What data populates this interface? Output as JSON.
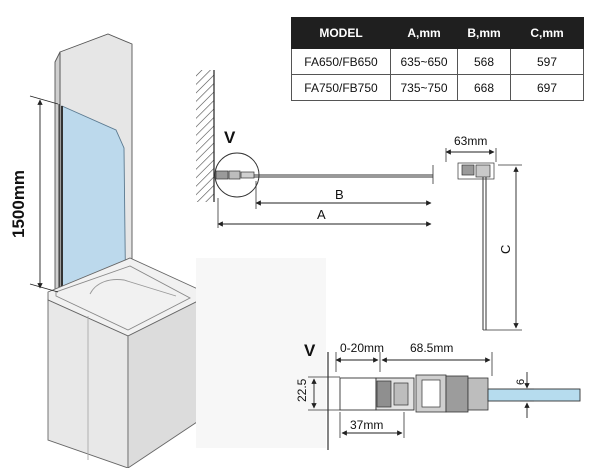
{
  "table": {
    "headers": [
      "MODEL",
      "A,mm",
      "B,mm",
      "C,mm"
    ],
    "rows": [
      [
        "FA650/FB650",
        "635~650",
        "568",
        "597"
      ],
      [
        "FA750/FB750",
        "735~750",
        "668",
        "697"
      ]
    ]
  },
  "labels": {
    "height": "1500mm",
    "detail_marker_top": "V",
    "dim_a": "A",
    "dim_b": "B",
    "dim_c": "C",
    "width_63": "63mm",
    "detail_marker_bottom": "V",
    "gap_range": "0-20mm",
    "width_68_5": "68.5mm",
    "height_22_5": "22.5",
    "width_37": "37mm",
    "glass_thickness": "6"
  },
  "colors": {
    "glass": "#bcd9ec",
    "glass_detail": "#b6dcee",
    "panel_gray": "#dedede",
    "line": "#333333"
  }
}
